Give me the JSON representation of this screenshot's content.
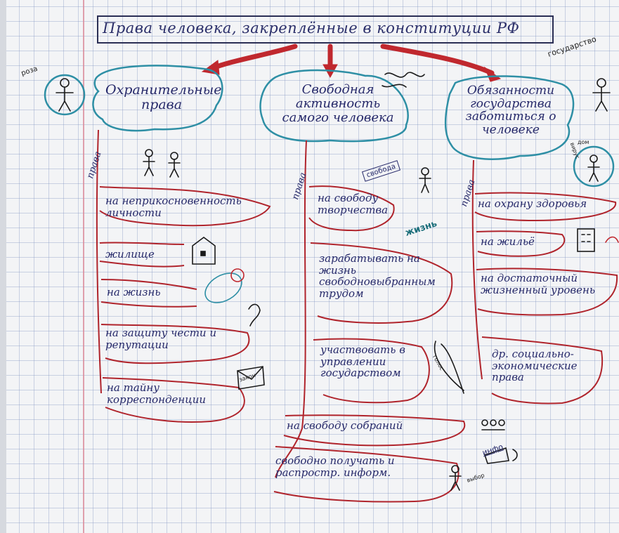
{
  "title": "Права человека, закреплённые в конституции РФ",
  "colors": {
    "ink": "#26296a",
    "accent_red": "#c0282e",
    "cloud_blue": "#2e8fa5",
    "paper": "#f3f4f6",
    "grid": "#8c9cc8"
  },
  "columns": [
    {
      "heading": "Охранительные права",
      "side_label": "права",
      "items": [
        "на неприкосновенность личности",
        "жилище",
        "на жизнь",
        "на защиту чести и репутации",
        "на тайну корреспонденции"
      ]
    },
    {
      "heading": "Свободная активность самого человека",
      "side_label": "права",
      "items": [
        "на свободу творчества",
        "зарабатывать на жизнь свободновыбранным трудом",
        "участвовать в управлении государством",
        "на свободу собраний",
        "свободно получать и распростр. информ."
      ]
    },
    {
      "heading": "Обязанности государства заботиться о человеке",
      "side_label": "права",
      "items": [
        "на охрану здоровья",
        "на жильё",
        "на достаточный жизненный уровень",
        "др. социально-экономические права"
      ]
    }
  ],
  "doodle_labels": {
    "law_tag": "закон",
    "svoboda_tag": "свобода",
    "zhizn_tag": "жизнь",
    "gosudarstvo_tag": "государство",
    "info_tag": "инфо",
    "golos_tag": "голос",
    "dom_tag": "дом",
    "virus_tag": "вирус",
    "roza_tag": "роза",
    "vybor_tag": "выбор"
  },
  "icons": [
    "stick-figure-icon",
    "house-icon",
    "baby-icon",
    "letter-icon",
    "feather-pen-icon",
    "building-icon",
    "vote-icon",
    "megaphone-icon",
    "sun-icon"
  ]
}
